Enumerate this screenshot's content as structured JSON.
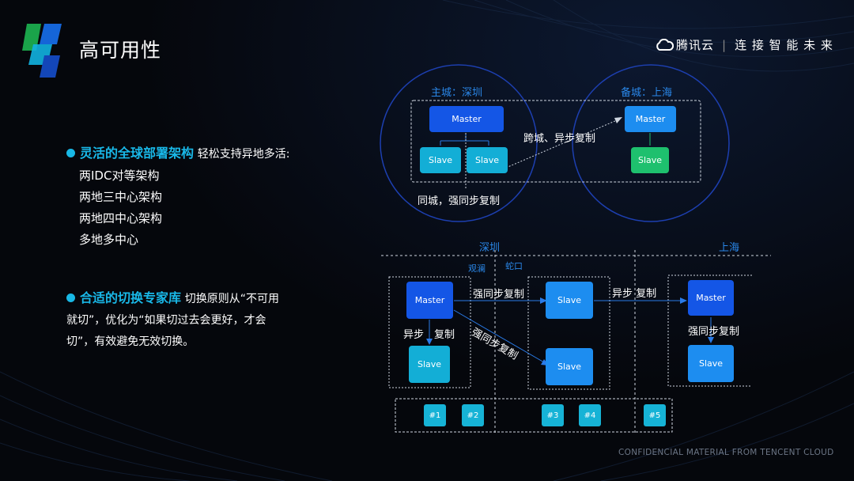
{
  "header": {
    "title": "高可用性",
    "brand": "腾讯云",
    "slogan": "连 接 智 能 未 来"
  },
  "bullets": [
    {
      "title": "灵活的全球部署架构",
      "text": "轻松支持异地多活:",
      "items": [
        "两IDC对等架构",
        "两地三中心架构",
        "两地四中心架构",
        "多地多中心"
      ]
    },
    {
      "title": "合适的切换专家库",
      "lines": [
        "切换原则从“不可用",
        "就切”，优化为“如果切过去会更好，才会",
        "切”，有效避免无效切换。"
      ]
    }
  ],
  "diagram_top": {
    "main_city": "主城：深圳",
    "backup_city": "备城：上海",
    "master_label": "Master",
    "slave_label": "Slave",
    "cross_label": "跨城、异步复制",
    "same_city_label": "同城，强同步复制"
  },
  "diagram_bottom": {
    "city_left": "深圳",
    "city_right": "上海",
    "dc_a": "观澜",
    "dc_b": "蛇口",
    "master_label": "Master",
    "slave_label": "Slave",
    "async_label": "异步",
    "copy_label": "复制",
    "strong_sync": "强同步复制",
    "async_copy": "异步  复制",
    "diag_label": "强同步复制",
    "right_strong": "强同步复制",
    "chips": [
      "#1",
      "#2",
      "#3",
      "#4",
      "#5"
    ]
  },
  "footer": "CONFIDENCIAL MATERIAL FROM TENCENT CLOUD"
}
